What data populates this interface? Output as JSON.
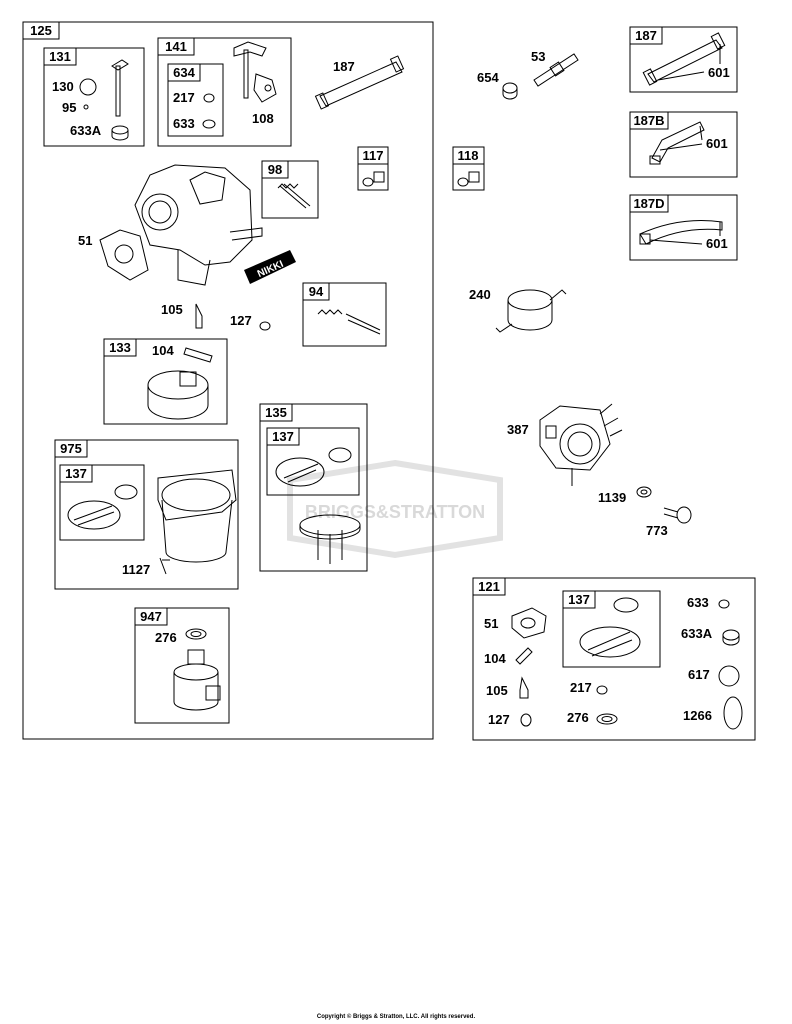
{
  "colors": {
    "line": "#000000",
    "watermark": "#d9d9d9"
  },
  "watermark_text": "BRIGGS&STRATTON",
  "nikki_stamp": "NIKKI",
  "copyright": "Copyright © Briggs & Stratton, LLC. All rights reserved.",
  "group_labels": {
    "g125": "125",
    "g131": "131",
    "g141": "141",
    "g634": "634",
    "g98": "98",
    "g117": "117",
    "g118": "118",
    "g94": "94",
    "g133": "133",
    "g135": "135",
    "g135_137": "137",
    "g975": "975",
    "g975_137": "137",
    "g947": "947",
    "g187": "187",
    "g187b": "187B",
    "g187d": "187D",
    "g121": "121",
    "g121_137": "137"
  },
  "callouts": {
    "p130": "130",
    "p95": "95",
    "p633a": "633A",
    "p217": "217",
    "p633": "633",
    "p108": "108",
    "p187_main": "187",
    "p51": "51",
    "p105": "105",
    "p127": "127",
    "p104": "104",
    "p1127": "1127",
    "p276": "276",
    "p654": "654",
    "p53": "53",
    "p601a": "601",
    "p601b": "601",
    "p601c": "601",
    "p240": "240",
    "p387": "387",
    "p1139": "1139",
    "p773": "773",
    "k51": "51",
    "k104": "104",
    "k105": "105",
    "k127": "127",
    "k217": "217",
    "k276": "276",
    "k633": "633",
    "k633a": "633A",
    "k617": "617",
    "k1266": "1266"
  }
}
